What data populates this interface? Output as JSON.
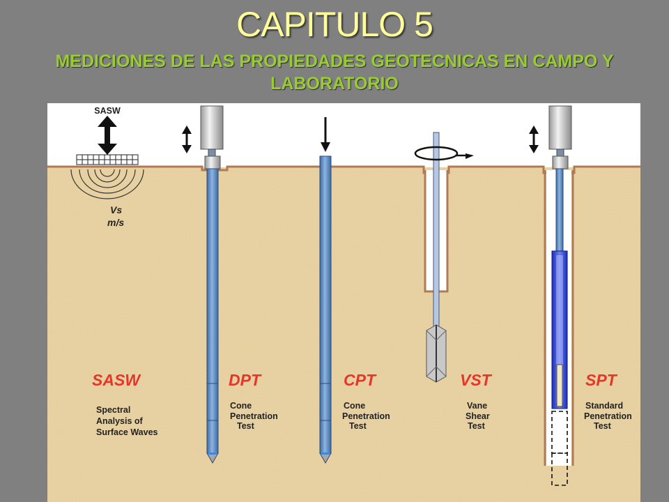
{
  "title": "CAPITULO 5",
  "subtitle": {
    "line1": "MEDICIONES DE LAS PROPIEDADES GEOTECNICAS EN CAMPO Y",
    "line2": "LABORATORIO"
  },
  "diagram": {
    "sasw_top_label": "SASW",
    "vs_label": "Vs",
    "vs_unit": "m/s",
    "tests": [
      {
        "abbr": "SASW",
        "desc": [
          "Spectral",
          "Analysis of",
          "Surface Waves"
        ]
      },
      {
        "abbr": "DPT",
        "desc": [
          "Cone",
          "Penetration",
          "Test"
        ]
      },
      {
        "abbr": "CPT",
        "desc": [
          "Cone",
          "Penetration",
          "Test"
        ]
      },
      {
        "abbr": "VST",
        "desc": [
          "Vane",
          "Shear",
          "Test"
        ]
      },
      {
        "abbr": "SPT",
        "desc": [
          "Standard",
          "Penetration",
          "Test"
        ]
      }
    ]
  },
  "colors": {
    "background": "#808080",
    "title": "#ffff99",
    "subtitle": "#99cc33",
    "soil": "#edd7a6",
    "sky": "#ffffff",
    "ground_line": "#b07a55",
    "rod": "#6f98c7",
    "label_red": "#e8352a"
  },
  "icons": [
    "double-arrow-icon",
    "down-arrow-icon",
    "rotation-arrow-icon"
  ]
}
